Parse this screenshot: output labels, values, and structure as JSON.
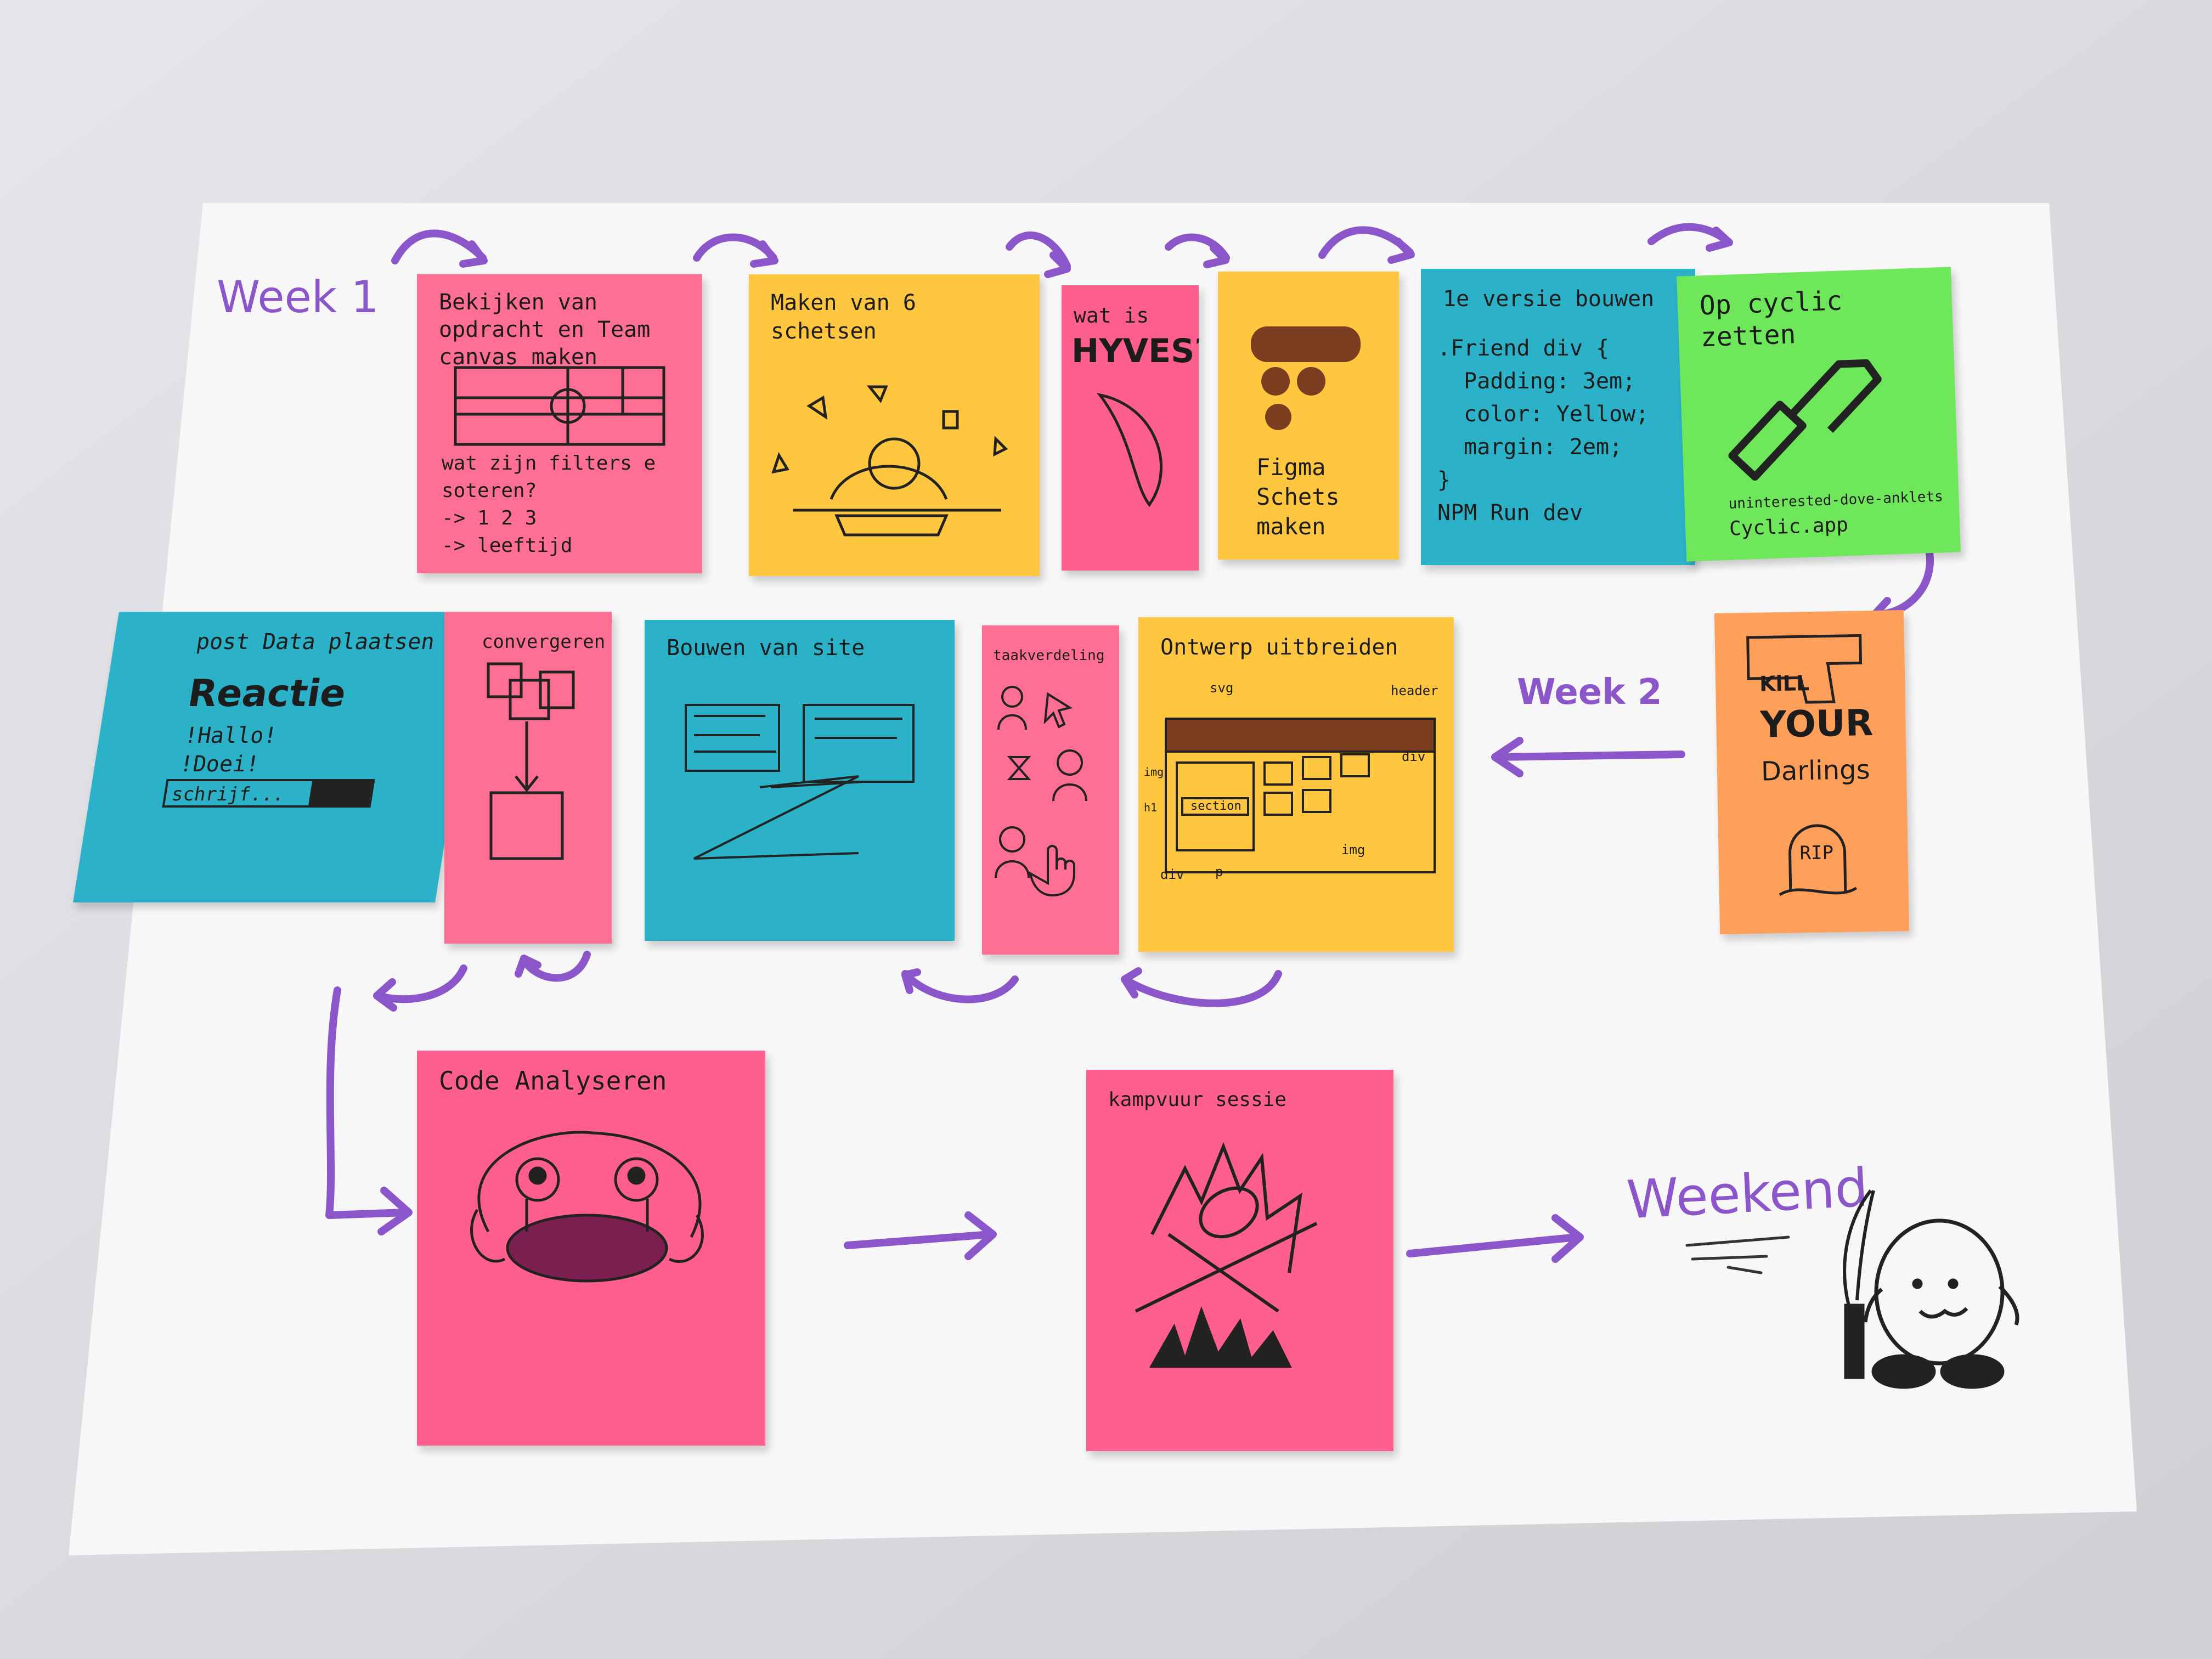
{
  "labels": {
    "week1": "Week 1",
    "week2": "Week 2",
    "weekend": "Weekend"
  },
  "notes": {
    "bekijken": {
      "title": "Bekijken van opdracht en Team canvas maken",
      "lines": [
        "wat zijn filters e",
        "soteren?",
        "-> 1 2 3",
        "-> leeftijd"
      ]
    },
    "schetsen": {
      "title": "Maken van 6 schetsen"
    },
    "hyves": {
      "title": "wat is",
      "big": "HYVES?"
    },
    "figma": {
      "lines": [
        "Figma",
        "Schets",
        "maken"
      ]
    },
    "versie": {
      "title": "1e versie bouwen",
      "lines": [
        ".Friend div {",
        "  Padding: 3em;",
        "  color: Yellow;",
        "  margin: 2em;",
        "}",
        "NPM Run dev"
      ]
    },
    "cyclic": {
      "title": "Op cyclic zetten",
      "lines": [
        "uninterested-dove-anklets",
        "Cyclic.app"
      ]
    },
    "postdata": {
      "title": "post Data plaatsen",
      "big": "Reactie",
      "lines": [
        "!Hallo!",
        "!Doei!"
      ],
      "input": "schrijf..."
    },
    "convergeren": {
      "title": "convergeren"
    },
    "bouwen": {
      "title": "Bouwen van site"
    },
    "taak": {
      "title": "taakverdeling"
    },
    "ontwerp": {
      "title": "Ontwerp uitbreiden",
      "tags": [
        "svg",
        "header",
        "div",
        "img",
        "h1",
        "section",
        "img",
        "div",
        "p"
      ]
    },
    "kill": {
      "lines": [
        "KiLL",
        "YOUR",
        "Darlings"
      ],
      "rip": "RIP"
    },
    "code": {
      "title": "Code Analyseren"
    },
    "kampvuur": {
      "title": "kampvuur sessie"
    }
  },
  "colors": {
    "pink": "#ff6f94",
    "yellow": "#ffc63f",
    "blue": "#2bb2c9",
    "green": "#6ee85a",
    "orange": "#ffa05a",
    "ink": "#1c1c1c",
    "marker_purple": "#8b56c9"
  }
}
